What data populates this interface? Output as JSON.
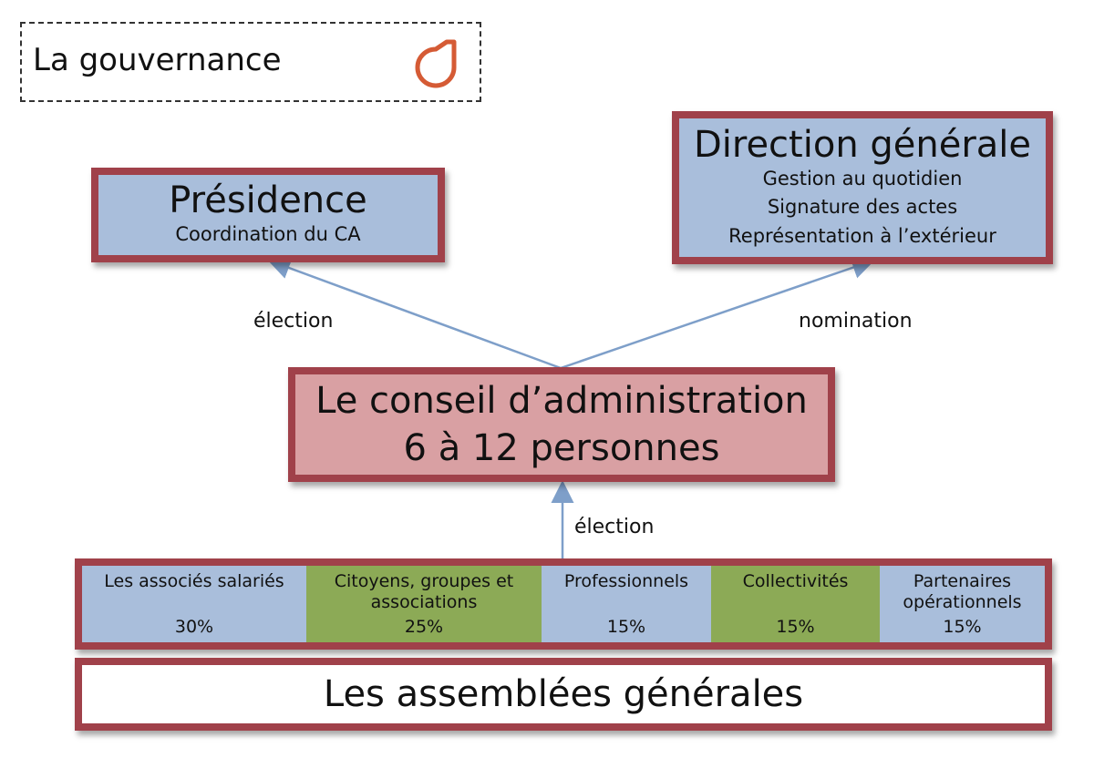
{
  "header": {
    "title": "La gouvernance",
    "logo_icon": "orange-drop-logo"
  },
  "presidence": {
    "title": "Présidence",
    "lines": [
      "Coordination du CA"
    ]
  },
  "direction": {
    "title": "Direction générale",
    "lines": [
      "Gestion au quotidien",
      "Signature des actes",
      "Représentation à l’extérieur"
    ]
  },
  "conseil": {
    "line1": "Le conseil d’administration",
    "line2": "6 à 12 personnes"
  },
  "arrows": {
    "left_label": "élection",
    "right_label": "nomination",
    "bottom_label": "élection"
  },
  "members": [
    {
      "label": "Les associés salariés",
      "percent": "30%",
      "color": "#a9bedb"
    },
    {
      "label": "Citoyens, groupes et associations",
      "percent": "25%",
      "color": "#8caa56"
    },
    {
      "label": "Professionnels",
      "percent": "15%",
      "color": "#a9bedb"
    },
    {
      "label": "Collectivités",
      "percent": "15%",
      "color": "#8caa56"
    },
    {
      "label": "Partenaires opérationnels",
      "percent": "15%",
      "color": "#a9bedb"
    }
  ],
  "assemblee": {
    "title": "Les assemblées générales"
  },
  "colors": {
    "border": "#a0414a",
    "blue": "#a9bedb",
    "green": "#8caa56",
    "pink": "#d9a0a3",
    "arrow": "#7e9fc9",
    "logo": "#d55b35"
  }
}
